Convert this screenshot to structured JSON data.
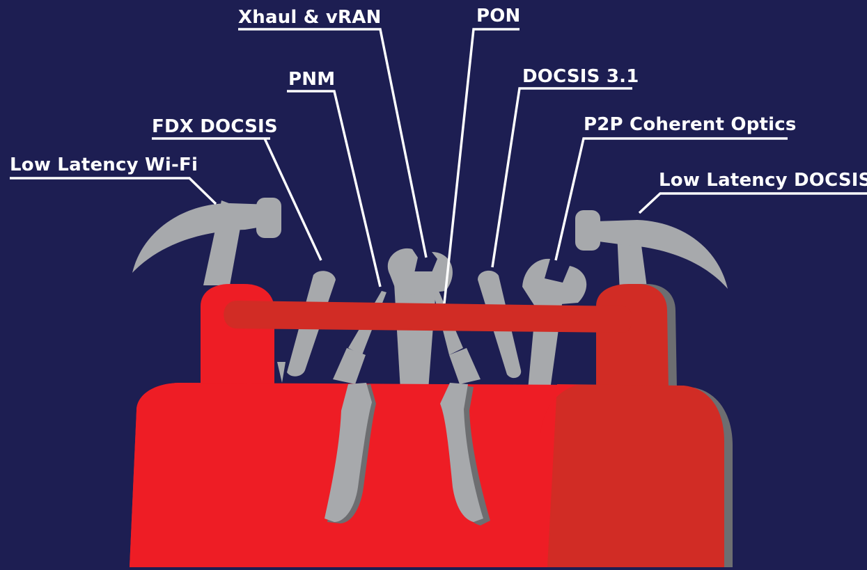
{
  "labels": {
    "xhaul": "Xhaul & vRAN",
    "pon": "PON",
    "pnm": "PNM",
    "docsis31": "DOCSIS 3.1",
    "fdx": "FDX DOCSIS",
    "p2p": "P2P Coherent Optics",
    "llwifi": "Low Latency Wi-Fi",
    "lldocsis": "Low Latency DOCSIS"
  },
  "colors": {
    "background": "#1d1e52",
    "toolbox": "#ee1d25",
    "toolbox_shade": "#d12c25",
    "tool": "#a7a9ac",
    "tool_shadow": "#6d6e71",
    "leader": "#ffffff"
  }
}
